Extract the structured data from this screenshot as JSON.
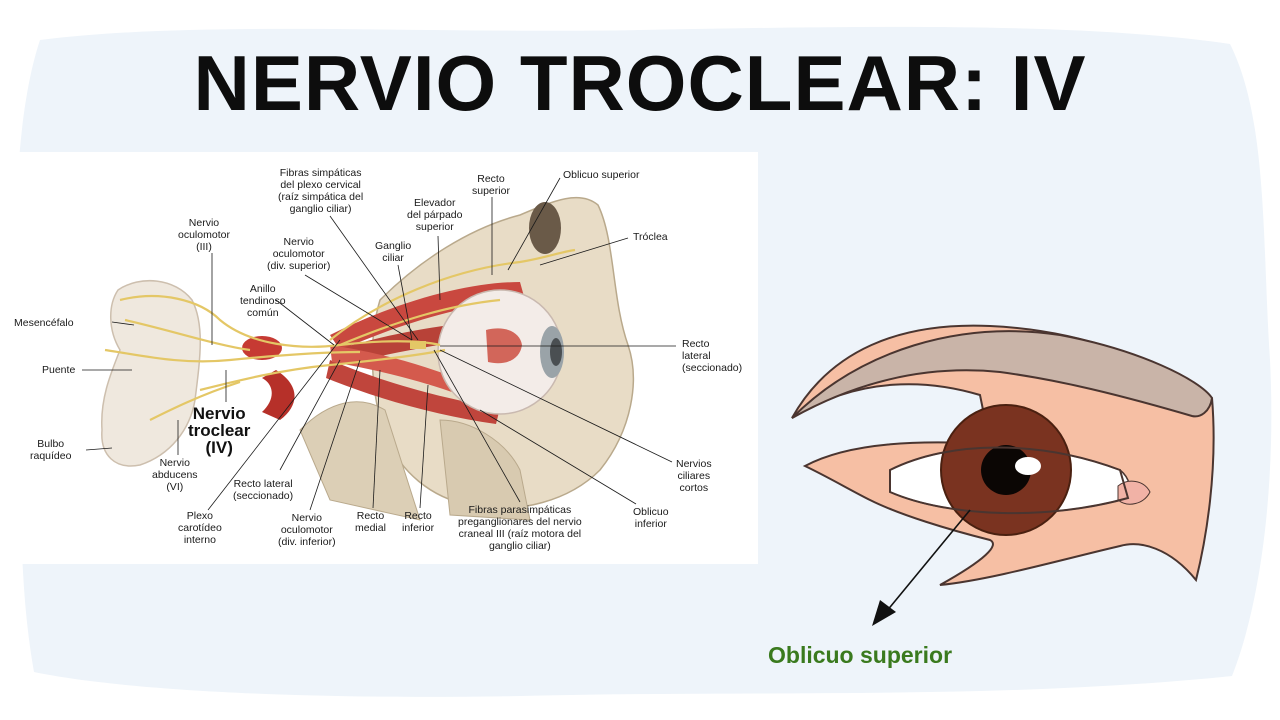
{
  "title": "NERVIO TROCLEAR: IV",
  "anatomy_labels": {
    "fibras_simpaticas": "Fibras simpáticas\ndel plexo cervical\n(raíz simpática del\nganglio ciliar)",
    "recto_superior": "Recto\nsuperior",
    "oblicuo_superior": "Oblicuo superior",
    "elevador": "Elevador\ndel párpado\nsuperior",
    "troclea": "Tróclea",
    "nervio_oculomotor": "Nervio\noculomotor\n(III)",
    "oculomotor_div_sup": "Nervio\noculomotor\n(div. superior)",
    "ganglio_ciliar": "Ganglio\nciliar",
    "anillo": "Anillo\ntendinoso\ncomún",
    "mesencefalo": "Mesencéfalo",
    "puente": "Puente",
    "recto_lateral_der": "Recto\nlateral\n(seccionado)",
    "nervio_troclear": "Nervio\ntroclear\n(IV)",
    "bulbo": "Bulbo\nraquídeo",
    "nervio_abducens": "Nervio\nabducens\n(VI)",
    "recto_lateral_izq": "Recto lateral\n(seccionado)",
    "nervios_ciliares": "Nervios\nciliares\ncortos",
    "oblicuo_inferior": "Oblicuo\ninferior",
    "plexo_carotideo": "Plexo\ncarotídeo\ninterno",
    "oculomotor_div_inf": "Nervio\noculomotor\n(div. inferior)",
    "recto_medial": "Recto\nmedial",
    "recto_inferior": "Recto\ninferior",
    "fibras_parasimpaticas": "Fibras parasimpáticas\npreganglionares del nervio\ncraneal III (raíz motora del\nganglio ciliar)"
  },
  "eye_caption": "Oblicuo superior",
  "colors": {
    "title": "#0d0d0d",
    "caption": "#3a7a1e",
    "background_blob": "#eef4fa",
    "skin": "#f6bfa4",
    "brow": "#c9b4a8",
    "iris": "#7a3320",
    "muscle": "#c9483f"
  }
}
